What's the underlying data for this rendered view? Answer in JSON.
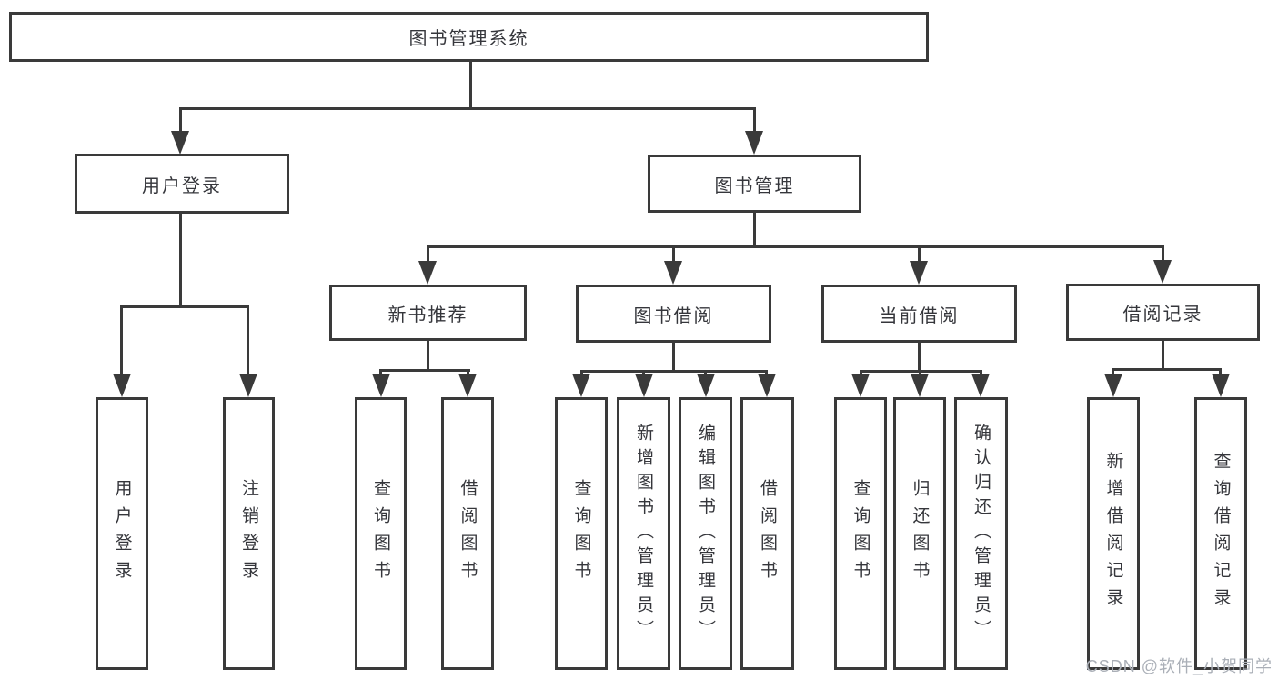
{
  "diagram": {
    "title": "图书管理系统",
    "level2": {
      "user_login": "用户登录",
      "book_mgmt": "图书管理"
    },
    "level3": {
      "new_book_rec": "新书推荐",
      "book_borrow": "图书借阅",
      "current_borrow": "当前借阅",
      "borrow_record": "借阅记录"
    },
    "leaves": [
      {
        "label": "用户登录",
        "parent": "用户登录"
      },
      {
        "label": "注销登录",
        "parent": "用户登录"
      },
      {
        "label": "查询图书",
        "parent": "新书推荐"
      },
      {
        "label": "借阅图书",
        "parent": "新书推荐"
      },
      {
        "label": "查询图书",
        "parent": "图书借阅"
      },
      {
        "label": "新增图书（管理员）",
        "parent": "图书借阅"
      },
      {
        "label": "编辑图书（管理员）",
        "parent": "图书借阅"
      },
      {
        "label": "借阅图书",
        "parent": "图书借阅"
      },
      {
        "label": "查询图书",
        "parent": "当前借阅"
      },
      {
        "label": "归还图书",
        "parent": "当前借阅"
      },
      {
        "label": "确认归还（管理员）",
        "parent": "当前借阅"
      },
      {
        "label": "新增借阅记录",
        "parent": "借阅记录"
      },
      {
        "label": "查询借阅记录",
        "parent": "借阅记录"
      }
    ]
  },
  "watermark": "CSDN @软件_小贺同学",
  "colors": {
    "line": "#3a3a3a",
    "text": "#35363b",
    "watermark": "#aaafb7",
    "background": "#ffffff"
  }
}
